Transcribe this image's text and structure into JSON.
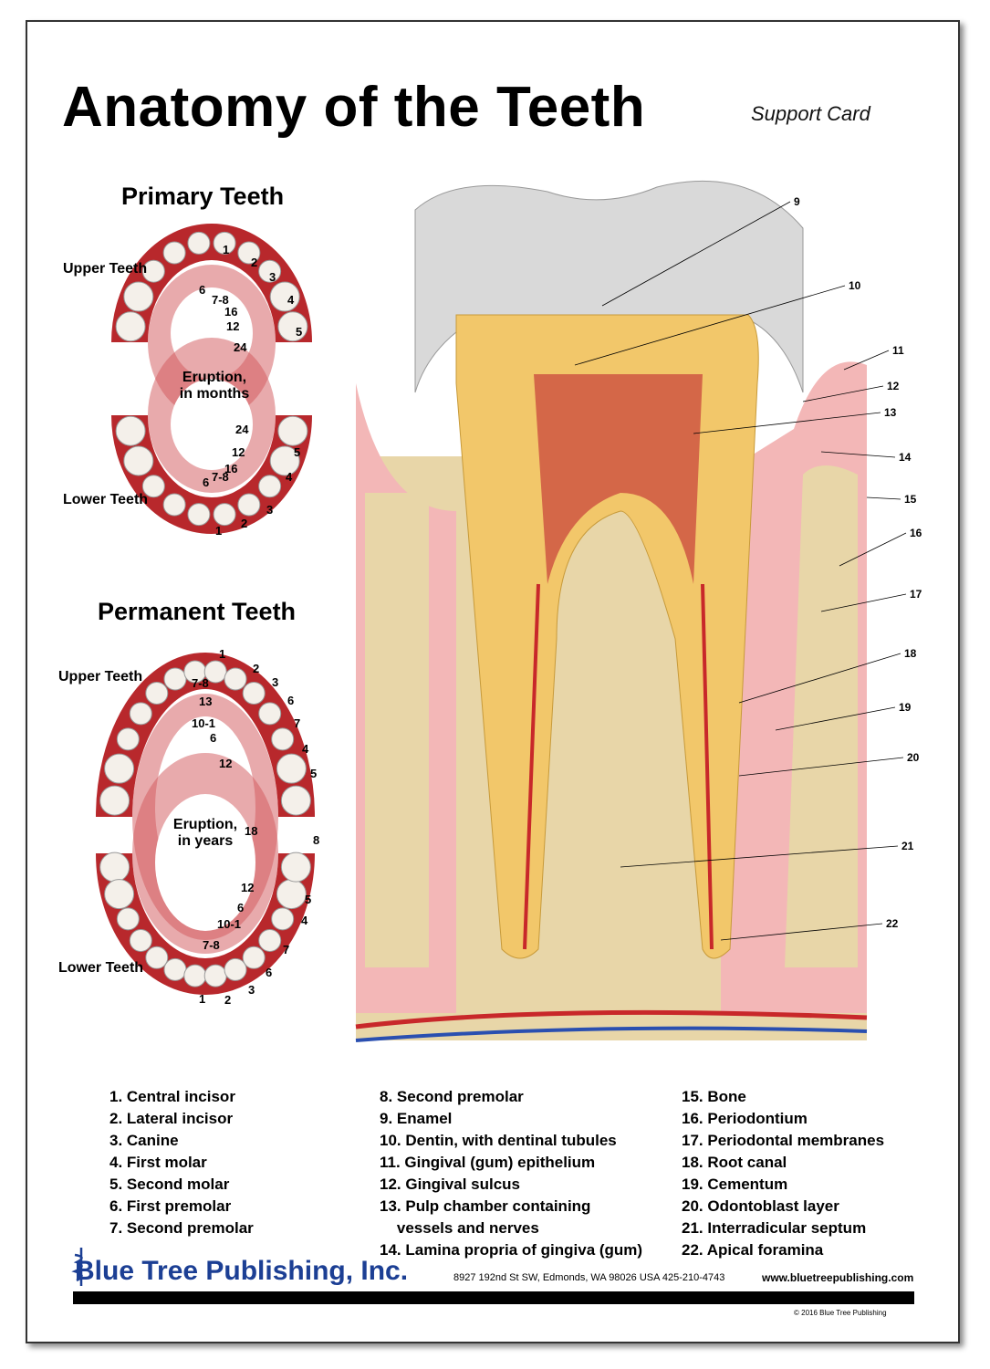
{
  "title": "Anatomy of the Teeth",
  "subtitle": "Support Card",
  "primary": {
    "heading": "Primary Teeth",
    "upper": "Upper Teeth",
    "lower": "Lower Teeth",
    "eruption": [
      "Eruption,",
      "in months"
    ],
    "upper_labels": [
      "1",
      "2",
      "3",
      "4",
      "5",
      "6",
      "7-8",
      "16",
      "12",
      "24"
    ],
    "lower_labels": [
      "24",
      "5",
      "12",
      "4",
      "16",
      "7-8",
      "6",
      "3",
      "2",
      "1"
    ]
  },
  "permanent": {
    "heading": "Permanent Teeth",
    "upper": "Upper Teeth",
    "lower": "Lower Teeth",
    "eruption": [
      "Eruption,",
      "in years"
    ],
    "upper_labels": [
      "1",
      "2",
      "3",
      "6",
      "7",
      "4",
      "5",
      "7-8",
      "13",
      "10-1",
      "6",
      "12"
    ],
    "lower_labels": [
      "18",
      "8",
      "12",
      "5",
      "6",
      "4",
      "10-1",
      "7",
      "7-8",
      "6",
      "1",
      "2",
      "3"
    ]
  },
  "diagram_labels": [
    "9",
    "10",
    "11",
    "12",
    "13",
    "14",
    "15",
    "16",
    "17",
    "18",
    "19",
    "20",
    "21",
    "22"
  ],
  "legend": {
    "col1": [
      "1. Central incisor",
      "2. Lateral incisor",
      "3. Canine",
      "4. First molar",
      "5. Second molar",
      "6. First premolar",
      "7. Second premolar"
    ],
    "col2": [
      "8. Second premolar",
      "9. Enamel",
      "10. Dentin, with dentinal tubules",
      "11. Gingival (gum) epithelium",
      "12. Gingival sulcus",
      "13. Pulp chamber containing",
      "    vessels and nerves",
      "14. Lamina propria of gingiva (gum)"
    ],
    "col3": [
      "15. Bone",
      "16. Periodontium",
      "17. Periodontal membranes",
      "18. Root canal",
      "19. Cementum",
      "20. Odontoblast layer",
      "21. Interradicular septum",
      "22. Apical foramina"
    ]
  },
  "footer": {
    "publisher": "Blue Tree Publishing, Inc.",
    "address": "8927 192nd St SW, Edmonds, WA 98026 USA 425-210-4743",
    "website": "www.bluetreepublishing.com",
    "copyright": "© 2016 Blue Tree Publishing",
    "logo_icon": "tree-icon"
  },
  "colors": {
    "publisher": "#1c3f94",
    "gum": "#b8282c",
    "bone": "#e8d6a8",
    "dentin": "#f2c76a",
    "enamel": "#d8d8d8",
    "pink": "#f3b7b7"
  }
}
